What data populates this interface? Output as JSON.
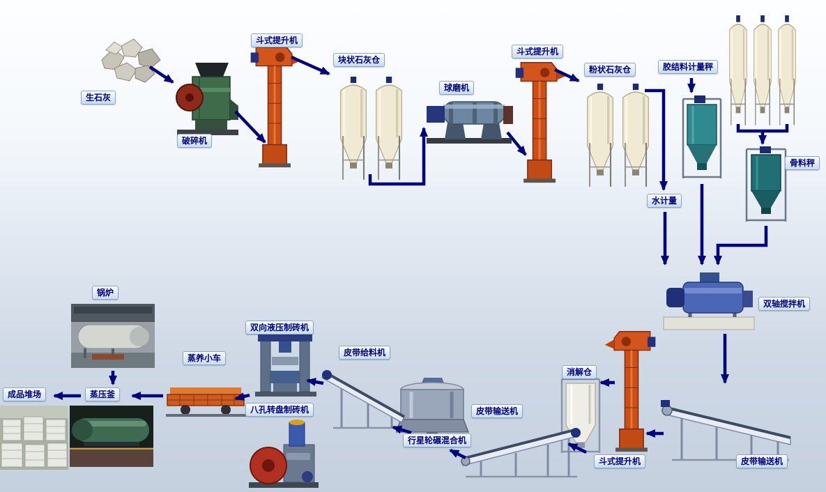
{
  "labels": {
    "quicklime": "生石灰",
    "crusher": "破碎机",
    "bucket_elevator": "斗式提升机",
    "lump_lime_silo": "块状石灰仓",
    "ball_mill": "球磨机",
    "powder_lime_silo": "粉状石灰仓",
    "binder_metering_scale": "胶结料计量秤",
    "aggregate_scale": "骨料秤",
    "water_metering": "水计量",
    "double_shaft_mixer": "双轴搅拌机",
    "belt_conveyor": "皮带输送机",
    "digestion_silo": "消解仓",
    "planetary_wheel_mixer": "行星轮碾混合机",
    "belt_feeder": "皮带给料机",
    "hydraulic_brick_machine": "双向液压制砖机",
    "rotary_brick_machine": "八孔转盘制砖机",
    "steam_curing_cart": "蒸养小车",
    "autoclave": "蒸压釜",
    "finished_product_yard": "成品堆场",
    "boiler": "锅炉"
  },
  "colors": {
    "arrow": "#00007d",
    "label_text": "#00007d",
    "silo_body": "#f0ead4",
    "elevator_red": "#cc4f18"
  }
}
